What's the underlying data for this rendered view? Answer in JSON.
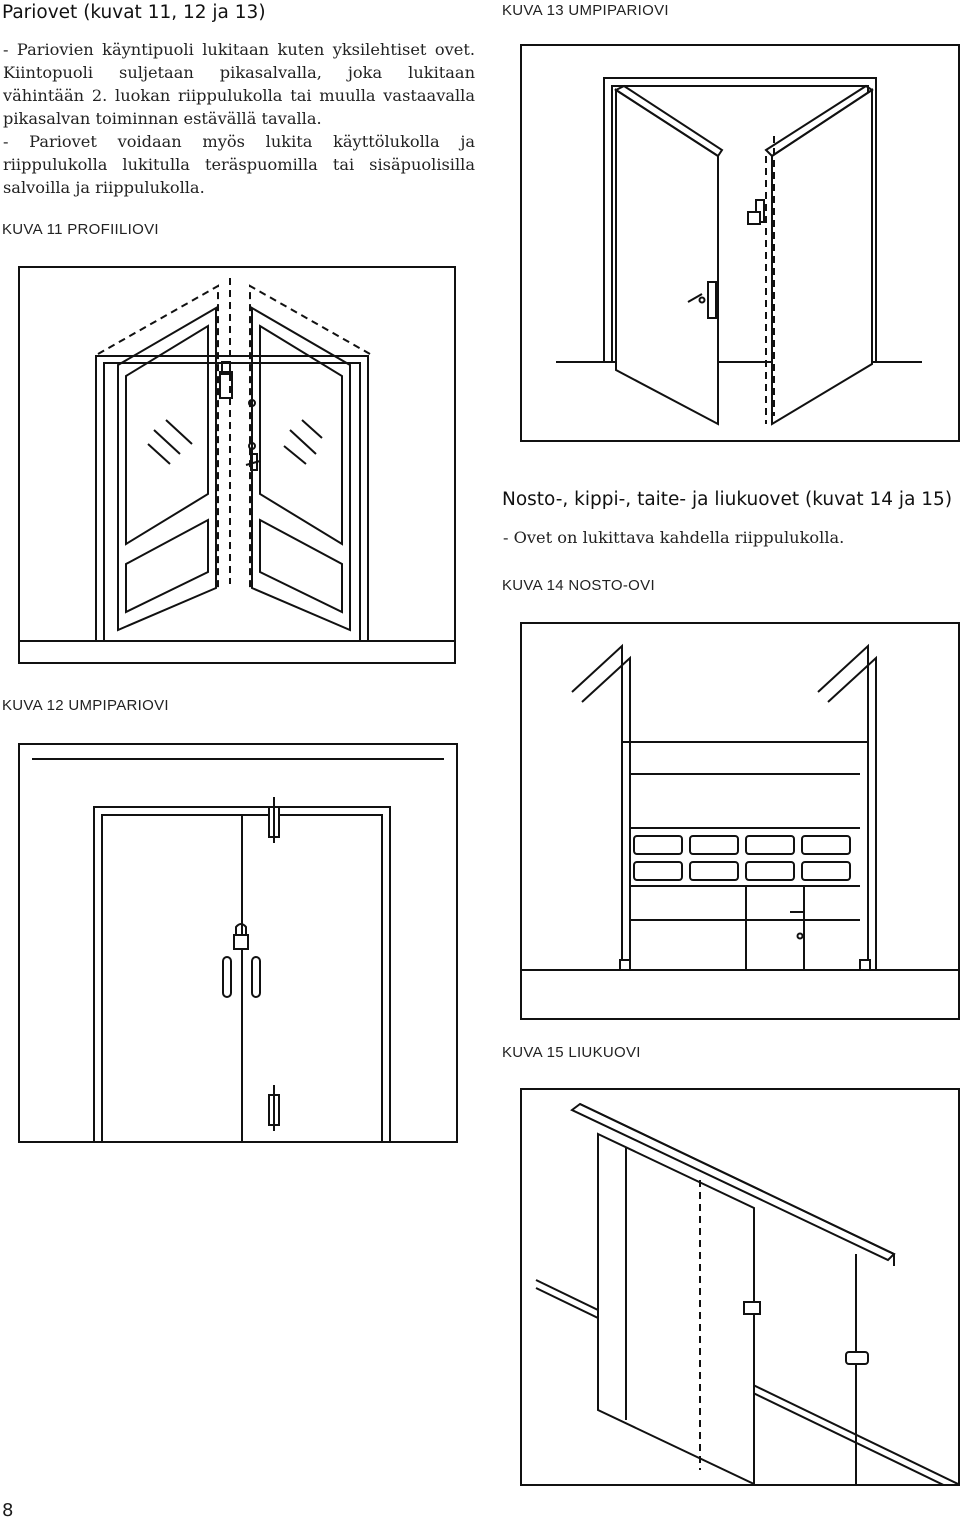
{
  "section1": {
    "title": "Pariovet (kuvat 11, 12 ja 13)",
    "paragraphs": [
      "- Pariovien käyntipuoli lukitaan kuten yksilehtiset ovet. Kiintopuoli suljetaan pikasalvalla, joka lukitaan vähintään 2. luokan riippulukolla tai muulla vastaavalla pikasalvan toiminnan estävällä tavalla.",
      "- Pariovet voidaan myös lukita käyttölukolla ja riippulukolla lukitulla teräspuomilla tai sisäpuolisilla salvoilla ja riippulukolla."
    ]
  },
  "section2": {
    "title": "Nosto-, kippi-, taite- ja liukuovet (kuvat 14 ja 15)",
    "paragraphs": [
      "- Ovet on lukittava kahdella riippulukolla."
    ]
  },
  "figures": {
    "fig11": {
      "caption": "KUVA 11 PROFIILIOVI",
      "icon": "double-glass-door-illustration"
    },
    "fig12": {
      "caption": "KUVA 12 UMPIPARIOVI",
      "icon": "double-solid-door-illustration"
    },
    "fig13": {
      "caption": "KUVA 13 UMPIPARIOVI",
      "icon": "open-double-door-illustration"
    },
    "fig14": {
      "caption": "KUVA 14  NOSTO-OVI",
      "icon": "overhead-door-illustration"
    },
    "fig15": {
      "caption": "KUVA 15  LIUKUOVI",
      "icon": "sliding-door-illustration"
    }
  },
  "page_number": "8"
}
